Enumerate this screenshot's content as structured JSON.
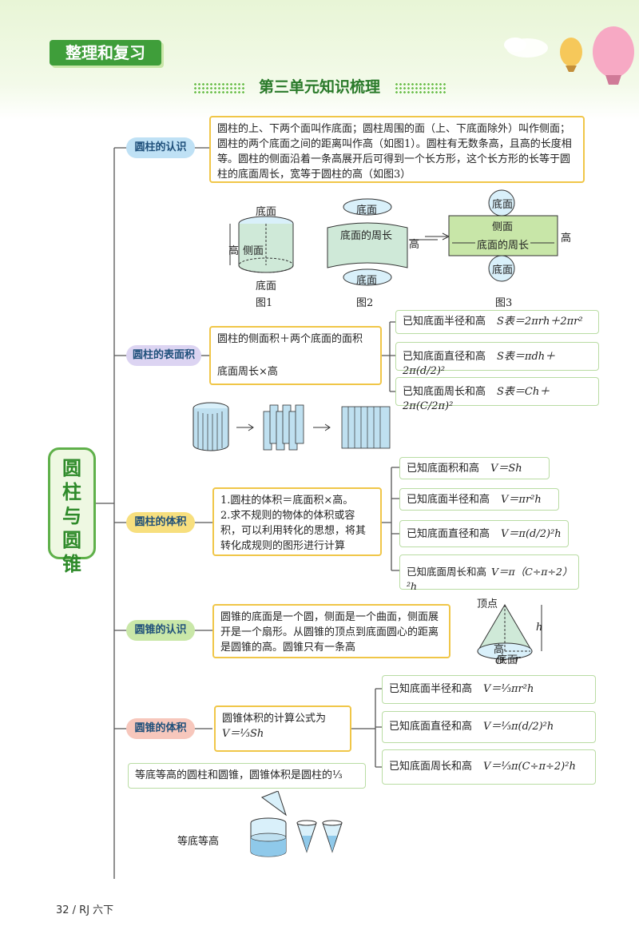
{
  "header": {
    "tag": "整理和复习",
    "title": "第三单元知识梳理"
  },
  "central": {
    "chars": [
      "圆",
      "柱",
      "与",
      "圆",
      "锥"
    ]
  },
  "sec1": {
    "label": "圆柱的认识",
    "text": "圆柱的上、下两个面叫作底面；圆柱周围的面（上、下底面除外）叫作侧面；圆柱的两个底面之间的距离叫作高（如图1）。圆柱有无数条高，且高的长度相等。圆柱的侧面沿着一条高展开后可得到一个长方形，这个长方形的长等于圆柱的底面周长，宽等于圆柱的高（如图3）",
    "fig1": {
      "top": "底面",
      "side": "侧面",
      "h": "高",
      "bottom": "底面",
      "caption": "图1"
    },
    "fig2": {
      "top": "底面",
      "mid": "底面的周长",
      "bottom": "底面",
      "h": "高",
      "caption": "图2"
    },
    "fig3": {
      "top": "底面",
      "mid1": "侧面",
      "mid2": "底面的周长",
      "bottom": "底面",
      "h": "高",
      "caption": "图3"
    }
  },
  "sec2": {
    "label": "圆柱的表面积",
    "line1": "圆柱的侧面积＋两个底面的面积",
    "line2": "底面周长×高",
    "items": [
      {
        "cond": "已知底面半径和高",
        "formula": "S表＝2πrh＋2πr²"
      },
      {
        "cond": "已知底面直径和高",
        "formula": "S表＝πdh＋2π(d/2)²"
      },
      {
        "cond": "已知底面周长和高",
        "formula": "S表＝Ch＋2π(C/2π)²"
      }
    ]
  },
  "sec3": {
    "label": "圆柱的体积",
    "text1": "1.圆柱的体积＝底面积×高。",
    "text2": "2.求不规则的物体的体积或容积，可以利用转化的思想，将其转化成规则的图形进行计算",
    "items": [
      {
        "cond": "已知底面积和高",
        "formula": "V＝Sh"
      },
      {
        "cond": "已知底面半径和高",
        "formula": "V＝πr²h"
      },
      {
        "cond": "已知底面直径和高",
        "formula": "V＝π(d/2)²h"
      },
      {
        "cond": "已知底面周长和高",
        "formula": "V＝π（C÷π÷2）²h"
      }
    ]
  },
  "sec4": {
    "label": "圆锥的认识",
    "text": "圆锥的底面是一个圆，侧面是一个曲面，侧面展开是一个扇形。从圆锥的顶点到底面圆心的距离是圆锥的高。圆锥只有一条高",
    "fig": {
      "apex": "顶点",
      "h": "h",
      "gao": "高",
      "o": "O",
      "r": "r",
      "base": "底面"
    }
  },
  "sec5": {
    "label": "圆锥的体积",
    "text1": "圆锥体积的计算公式为",
    "text2": "V＝⅓Sh",
    "items": [
      {
        "cond": "已知底面半径和高",
        "formula": "V＝⅓πr²h"
      },
      {
        "cond": "已知底面直径和高",
        "formula": "V＝⅓π(d/2)²h"
      },
      {
        "cond": "已知底面周长和高",
        "formula": "V＝⅓π(C÷π÷2)²h"
      }
    ],
    "note": "等底等高的圆柱和圆锥，圆锥体积是圆柱的⅓",
    "illus_label": "等底等高"
  },
  "footer": "32 / RJ 六下",
  "colors": {
    "green": "#3f9e3a",
    "yellow": "#f0c648",
    "leafGreen": "#b9dca3"
  }
}
